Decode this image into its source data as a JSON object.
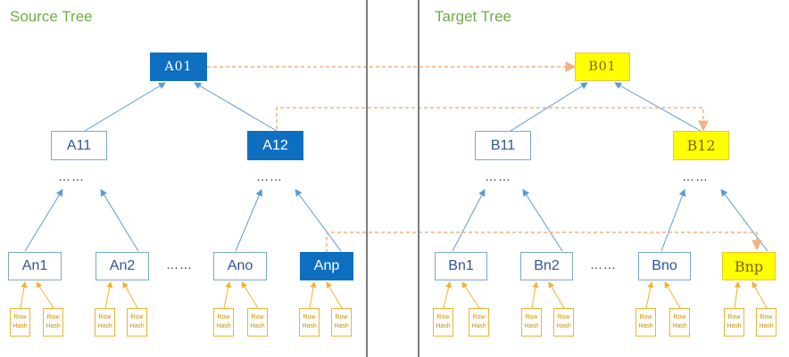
{
  "source_tree": {
    "title": "Source Tree",
    "root": "A01",
    "mid": [
      "A11",
      "A12"
    ],
    "mid_ellipsis": [
      "……",
      "……"
    ],
    "leaves": [
      "An1",
      "An2",
      "Ano",
      "Anp"
    ],
    "leaf_ellipsis": "……"
  },
  "target_tree": {
    "title": "Target Tree",
    "root": "B01",
    "mid": [
      "B11",
      "B12"
    ],
    "mid_ellipsis": [
      "……",
      "……"
    ],
    "leaves": [
      "Bn1",
      "Bn2",
      "Bno",
      "Bnp"
    ],
    "leaf_ellipsis": "……"
  },
  "hash": {
    "line1": "Row",
    "line2": "Hash"
  },
  "colors": {
    "title": "#70ad47",
    "highlight_source": "#0e6fc1",
    "highlight_target": "#ffff00",
    "edge": "#5b9bd5",
    "hash_edge": "#f2b233",
    "compare_link": "#f4b183"
  }
}
